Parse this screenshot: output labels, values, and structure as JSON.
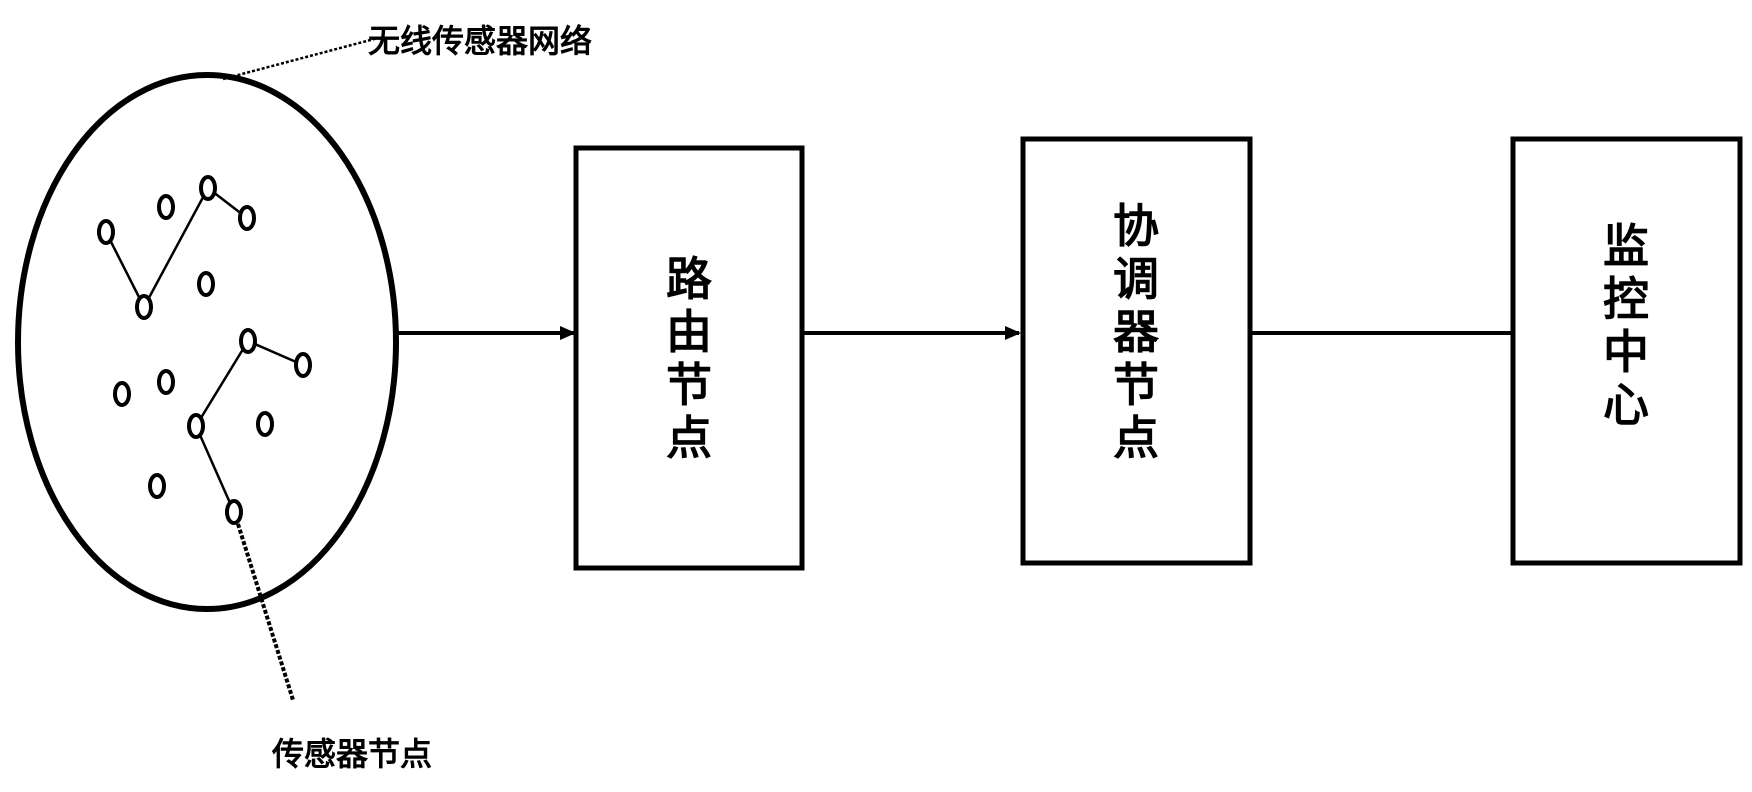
{
  "labels": {
    "network": "无线传感器网络",
    "sensor_node": "传感器节点"
  },
  "blocks": [
    {
      "id": "router",
      "text": "路由节点"
    },
    {
      "id": "coordinator",
      "text": "协调器节点"
    },
    {
      "id": "monitor",
      "text": "监控中心"
    }
  ],
  "colors": {
    "stroke": "#000000",
    "background": "#ffffff"
  }
}
